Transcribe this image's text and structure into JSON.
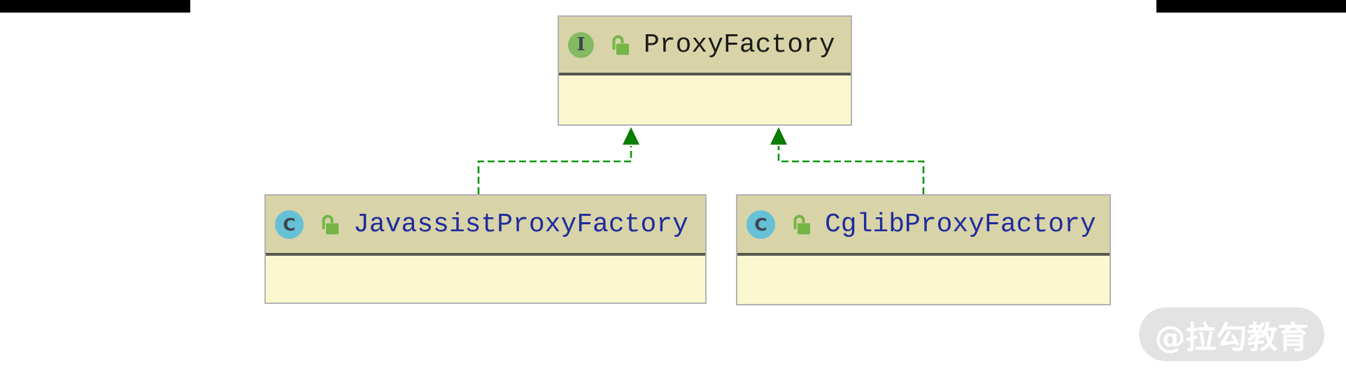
{
  "diagram": {
    "type": "uml-class-diagram",
    "nodes": [
      {
        "name": "ProxyFactory",
        "kind": "interface",
        "icon_letter": "I",
        "badge_icon": "interface-circle-icon",
        "visibility_icon": "open-lock-icon"
      },
      {
        "name": "JavassistProxyFactory",
        "kind": "class",
        "icon_letter": "C",
        "badge_icon": "class-circle-icon",
        "visibility_icon": "open-lock-icon"
      },
      {
        "name": "CglibProxyFactory",
        "kind": "class",
        "icon_letter": "C",
        "badge_icon": "class-circle-icon",
        "visibility_icon": "open-lock-icon"
      }
    ],
    "edges": [
      {
        "from": "JavassistProxyFactory",
        "to": "ProxyFactory",
        "type": "realization",
        "line": "dashed",
        "arrow": "filled-triangle-up"
      },
      {
        "from": "CglibProxyFactory",
        "to": "ProxyFactory",
        "type": "realization",
        "line": "dashed",
        "arrow": "filled-triangle-up"
      }
    ],
    "watermark": "@拉勾教育",
    "colors": {
      "header_bg": "#d8d4a8",
      "body_bg": "#fbf8d0",
      "divider": "#55574f",
      "interface_icon_bg": "#83ba62",
      "class_icon_bg": "#66c1d6",
      "icon_letter": "#3f464c",
      "lock_green": "#74b545",
      "edge_green": "#0f9510",
      "arrow_green": "#0a7d04",
      "interface_text": "#1a1a1a",
      "class_text": "#1f2b9d",
      "watermark_bg": "#e3e3e3",
      "watermark_text": "#ffffff"
    }
  }
}
